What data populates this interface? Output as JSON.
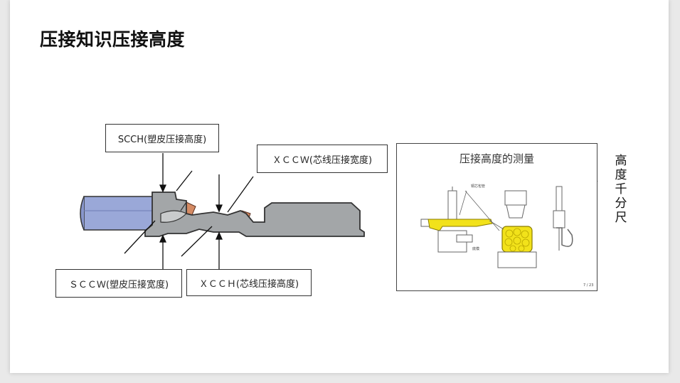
{
  "page": {
    "title": "压接知识压接高度"
  },
  "labels": {
    "scch": "SCCH(塑皮压接高度)",
    "xccw": "ＸＣＣＷ(芯线压接宽度)",
    "sccw": "ＳＣＣＷ(塑皮压接宽度)",
    "xcch": "ＸＣＣＨ(芯线压接高度)"
  },
  "photo": {
    "title": "压接高度的测量",
    "small_top": "铜芯包管",
    "small_bottom": "底模",
    "corner": "7 / 23"
  },
  "side_label": [
    "高",
    "度",
    "千",
    "分",
    "尺"
  ],
  "colors": {
    "wire_insulation": "#9aa8d8",
    "terminal": "#a3a6a8",
    "copper": "#d48a63",
    "yellow": "#f2e21a"
  }
}
